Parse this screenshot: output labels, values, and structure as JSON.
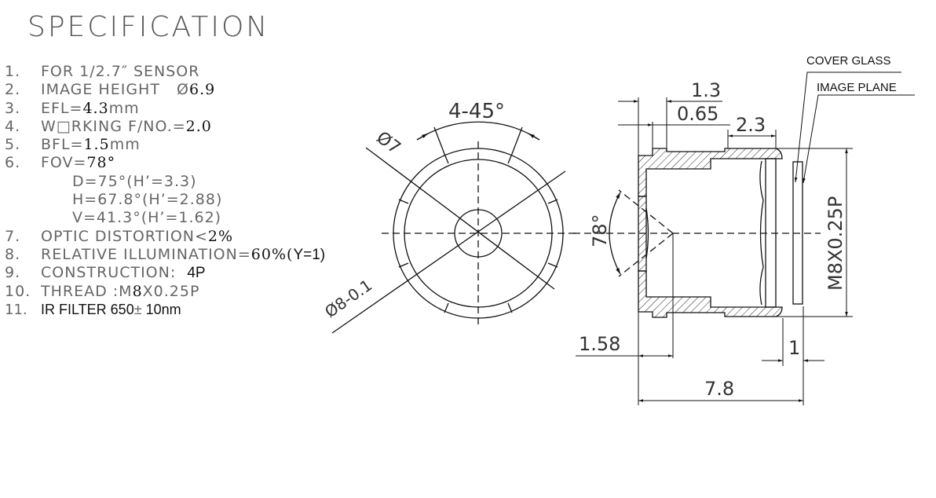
{
  "title": "SPECIFICATION",
  "specs": [
    {
      "num": "1.",
      "label": "FOR 1/2.7″ SENSOR",
      "value": ""
    },
    {
      "num": "2.",
      "label": "IMAGE HEIGHT   Ø",
      "value": "6.9"
    },
    {
      "num": "3.",
      "label": "EFL=",
      "value": "4.3",
      "unit": "mm"
    },
    {
      "num": "4.",
      "label": "W□RKING F/NO.=",
      "value": "2.0"
    },
    {
      "num": "5.",
      "label": "BFL=",
      "value": "1.5",
      "unit": "mm"
    },
    {
      "num": "6.",
      "label": "FOV=",
      "value": "78°"
    },
    {
      "sub": "D=75°(H’=3.3)"
    },
    {
      "sub": "H=67.8°(H’=2.88)"
    },
    {
      "sub": "V=41.3°(H’=1.62)"
    },
    {
      "num": "7.",
      "label": "OPTIC DISTORTION<",
      "value": "2%"
    },
    {
      "num": "8.",
      "label": "RELATIVE ILLUMINATION=",
      "value": "60%(",
      "extra": "Y=1)"
    },
    {
      "num": "9.",
      "label": "CONSTRUCTION:  ",
      "value": "4P"
    },
    {
      "num": "10.",
      "label": "THREAD :M",
      "value": "8",
      "unit": "X0.25P"
    },
    {
      "num": "11.",
      "label": "IR FILTER 650",
      "value": "±",
      "unit": " 10nm"
    }
  ],
  "front_view": {
    "angle_label": "4-45°",
    "dia_inner": "Ø7",
    "dia_outer": "Ø8-0.1"
  },
  "side_view": {
    "dim_1_3": "1.3",
    "dim_0_65": "0.65",
    "dim_2_3": "2.3",
    "fov_angle": "78°",
    "thread": "M8X0.25P",
    "dim_1_58": "1.58",
    "dim_1": "1",
    "dim_7_8": "7.8",
    "cover_glass": "COVER GLASS",
    "image_plane": "IMAGE PLANE"
  }
}
